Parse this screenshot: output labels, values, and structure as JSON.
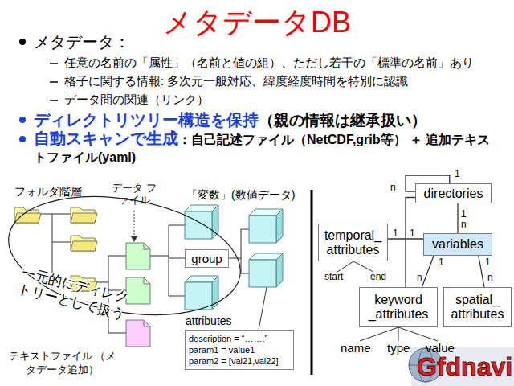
{
  "diagram": {
    "title": "メタデータDB",
    "nodes": [
      {
        "text": [
          "group"
        ]
      },
      {
        "text": [
          "attributes",
          "description = “…….”",
          "param1 = value1",
          "param2 = [val21,val22]"
        ]
      },
      {
        "text": [
          "directories"
        ]
      },
      {
        "text": [
          "temporal_ attributes"
        ]
      },
      {
        "text": [
          "variables"
        ]
      },
      {
        "text": [
          "keyword _attributes"
        ]
      },
      {
        "text": [
          "spatial_ attributes"
        ]
      }
    ],
    "edges": [
      {
        "from": 2,
        "to": 2,
        "arrow": "none"
      },
      {
        "from": 2,
        "to": 4,
        "arrow": "none"
      },
      {
        "from": 2,
        "to": 5,
        "arrow": "none"
      },
      {
        "from": 3,
        "to": 4,
        "arrow": "none"
      },
      {
        "from": 4,
        "to": 5,
        "arrow": "none"
      },
      {
        "from": 4,
        "to": 6,
        "arrow": "none"
      }
    ],
    "labels": [
      "メタデータ：",
      "任意の名前の「属性」（名前と値の組）、ただし若干の「標準の名前」あり",
      "格子に関する情報: 多次元一般対応、緯度経度時間を特別に認識",
      "データ間の関連（リンク）",
      "ディレクトリツリー構造を保持",
      "（親の情報は継承扱い）",
      "自動スキャンで生成",
      "：自己記述ファイル（NetCDF,grib等） ＋ 追加テキストファイル(yaml)",
      "フォルダ階層",
      "データ ファイル",
      "「変数」(数値データ)",
      "一元的にディレクトリーとして扱う",
      "テキストファイル （メタデータ追加）",
      "1",
      "n",
      "1",
      "n",
      "1",
      "1",
      "1",
      "n",
      "1",
      "n",
      "start",
      "end",
      "name",
      "type",
      "value",
      "Gfdnavi"
    ]
  }
}
